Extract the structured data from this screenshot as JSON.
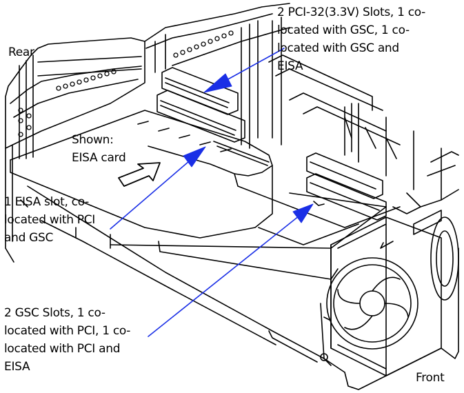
{
  "labels": {
    "rear": "Rear",
    "front": "Front",
    "shown": [
      "Shown:",
      "EISA card"
    ],
    "pci_slots": [
      "2 PCI-32(3.3V) Slots, 1 co-",
      "located with GSC, 1 co-",
      "located with GSC and",
      "EISA"
    ],
    "eisa_slot": [
      "1 EISA slot, co-",
      "located with PCI",
      "and GSC"
    ],
    "gsc_slots": [
      "2 GSC Slots, 1 co-",
      "located with PCI, 1 co-",
      "located with PCI and",
      "EISA"
    ]
  },
  "colors": {
    "callout": "#1a2fe6",
    "line_art": "#000000"
  }
}
